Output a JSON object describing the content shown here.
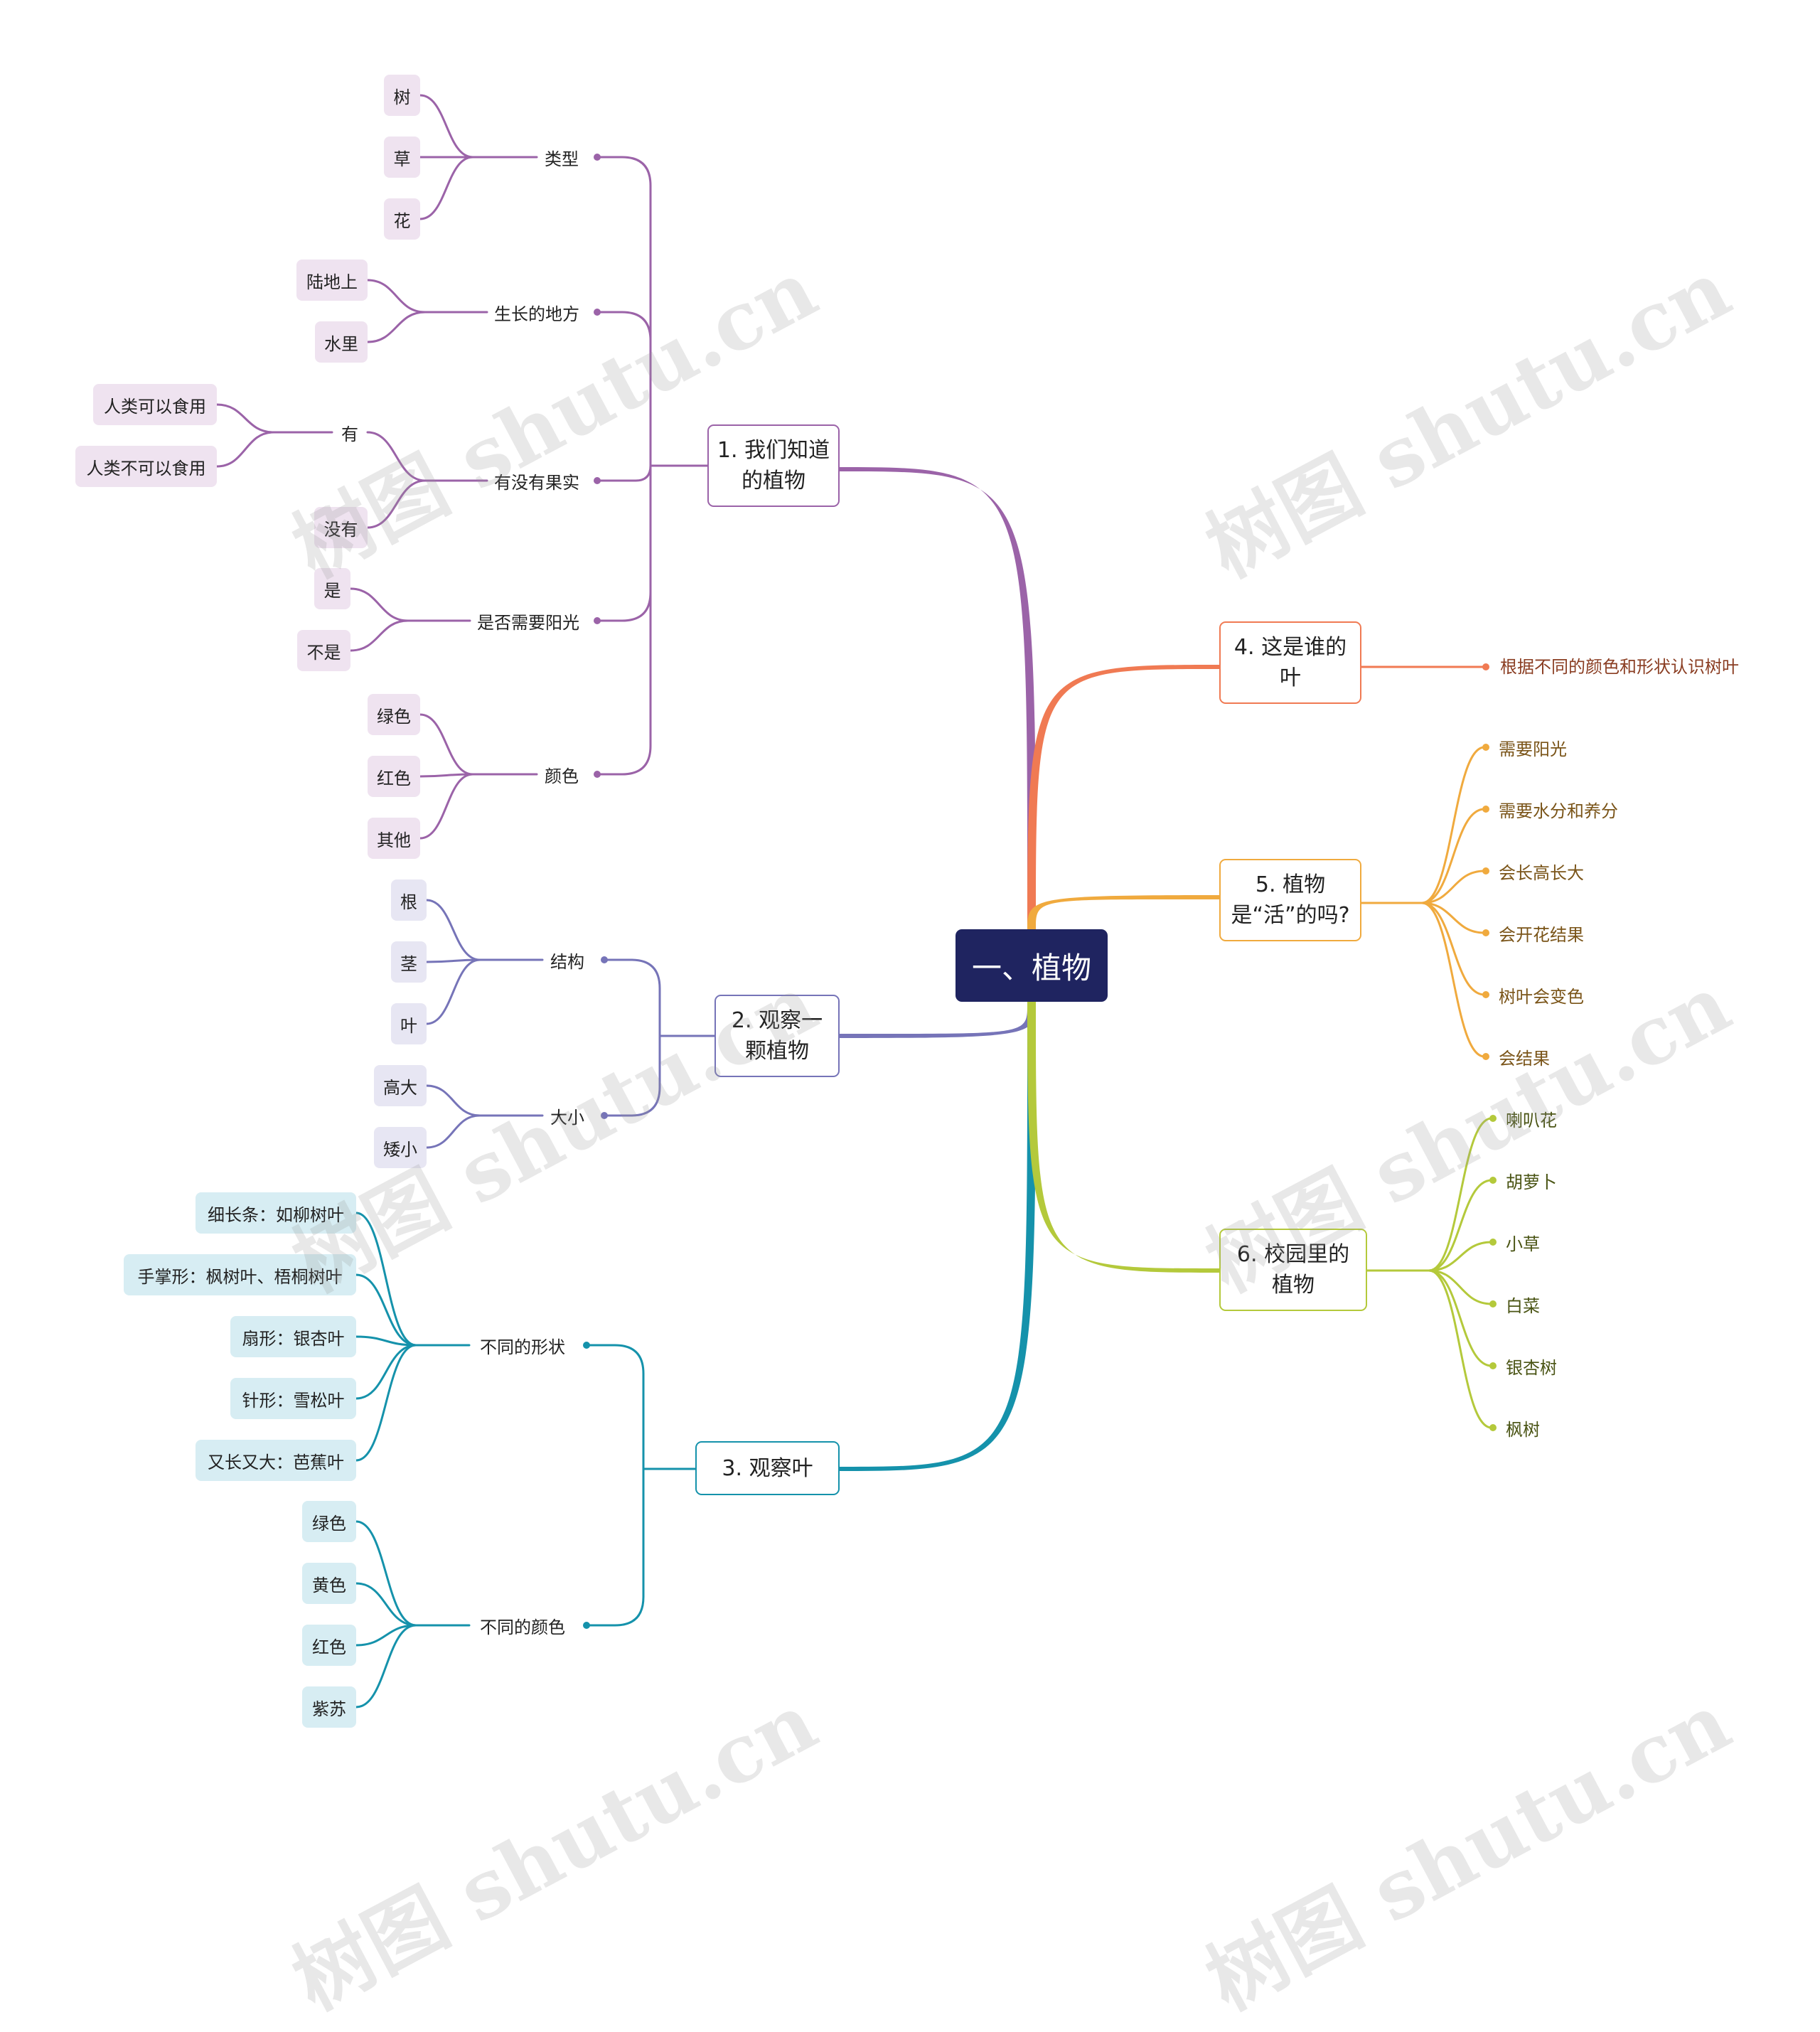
{
  "root": {
    "label": "一、植物"
  },
  "colors": {
    "b1": "#9b63a8",
    "b2": "#7674b8",
    "b3": "#1592ab",
    "b4": "#f07a53",
    "b5": "#f0aa3e",
    "b6": "#b4c93b",
    "root_bg": "#1f2460",
    "leaf_purple": "#efe3f0",
    "leaf_indigo": "#e7e6f3",
    "leaf_teal": "#d7edf3"
  },
  "branches": {
    "b1": {
      "label": "1. 我们知道的植物",
      "groups": {
        "g1": {
          "label": "类型",
          "items": [
            "树",
            "草",
            "花"
          ]
        },
        "g2": {
          "label": "生长的地方",
          "items": [
            "陆地上",
            "水里"
          ]
        },
        "g3": {
          "label": "有没有果实",
          "items": [
            "有",
            "没有"
          ],
          "sub": {
            "label": "有",
            "items": [
              "人类可以食用",
              "人类不可以食用"
            ]
          }
        },
        "g4": {
          "label": "是否需要阳光",
          "items": [
            "是",
            "不是"
          ]
        },
        "g5": {
          "label": "颜色",
          "items": [
            "绿色",
            "红色",
            "其他"
          ]
        }
      }
    },
    "b2": {
      "label": "2. 观察一颗植物",
      "groups": {
        "g1": {
          "label": "结构",
          "items": [
            "根",
            "茎",
            "叶"
          ]
        },
        "g2": {
          "label": "大小",
          "items": [
            "高大",
            "矮小"
          ]
        }
      }
    },
    "b3": {
      "label": "3. 观察叶",
      "groups": {
        "g1": {
          "label": "不同的形状",
          "items": [
            "细长条：如柳树叶",
            "手掌形：枫树叶、梧桐树叶",
            "扇形：银杏叶",
            "针形：雪松叶",
            "又长又大：芭蕉叶"
          ]
        },
        "g2": {
          "label": "不同的颜色",
          "items": [
            "绿色",
            "黄色",
            "红色",
            "紫苏"
          ]
        }
      }
    },
    "b4": {
      "label": "4. 这是谁的叶",
      "items": [
        "根据不同的颜色和形状认识树叶"
      ]
    },
    "b5": {
      "label": "5. 植物是“活”的吗?",
      "items": [
        "需要阳光",
        "需要水分和养分",
        "会长高长大",
        "会开花结果",
        "树叶会变色",
        "会结果"
      ]
    },
    "b6": {
      "label": "6. 校园里的植物",
      "items": [
        "喇叭花",
        "胡萝卜",
        "小草",
        "白菜",
        "银杏树",
        "枫树"
      ]
    }
  },
  "watermark": {
    "text": "树图 shutu.cn"
  }
}
